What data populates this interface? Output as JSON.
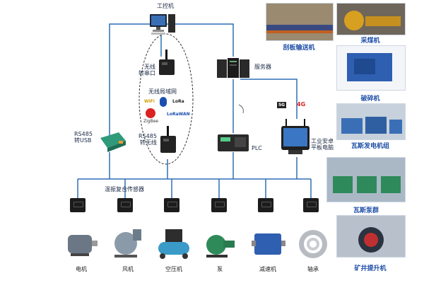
{
  "labels": {
    "ipc": "工控机",
    "server": "服务器",
    "wireless_to_serial": "无线\n转串口",
    "wlan": "无线局域网",
    "rs485_to_wireless": "RS485\n转无线",
    "rs485_to_usb": "RS485\n转USB",
    "plc": "PLC",
    "tablet": "工业安卓\n平板电脑",
    "sensor_bus": "温振复合传感器",
    "g5": "5G",
    "g4": "4G"
  },
  "wireless_badges": [
    "WiFi",
    "LoRa",
    "ZigBee",
    "LoRaWAN"
  ],
  "equipment": [
    "电机",
    "风机",
    "空压机",
    "泵",
    "减速机",
    "轴承"
  ],
  "mine_equipment": [
    "刮板输送机",
    "采煤机",
    "破碎机",
    "瓦斯发电机组",
    "瓦斯泵群",
    "矿井提升机"
  ],
  "colors": {
    "line": "#2f6fb6",
    "title_blue": "#1f4fa8",
    "module_green": "#2f9a7a"
  }
}
